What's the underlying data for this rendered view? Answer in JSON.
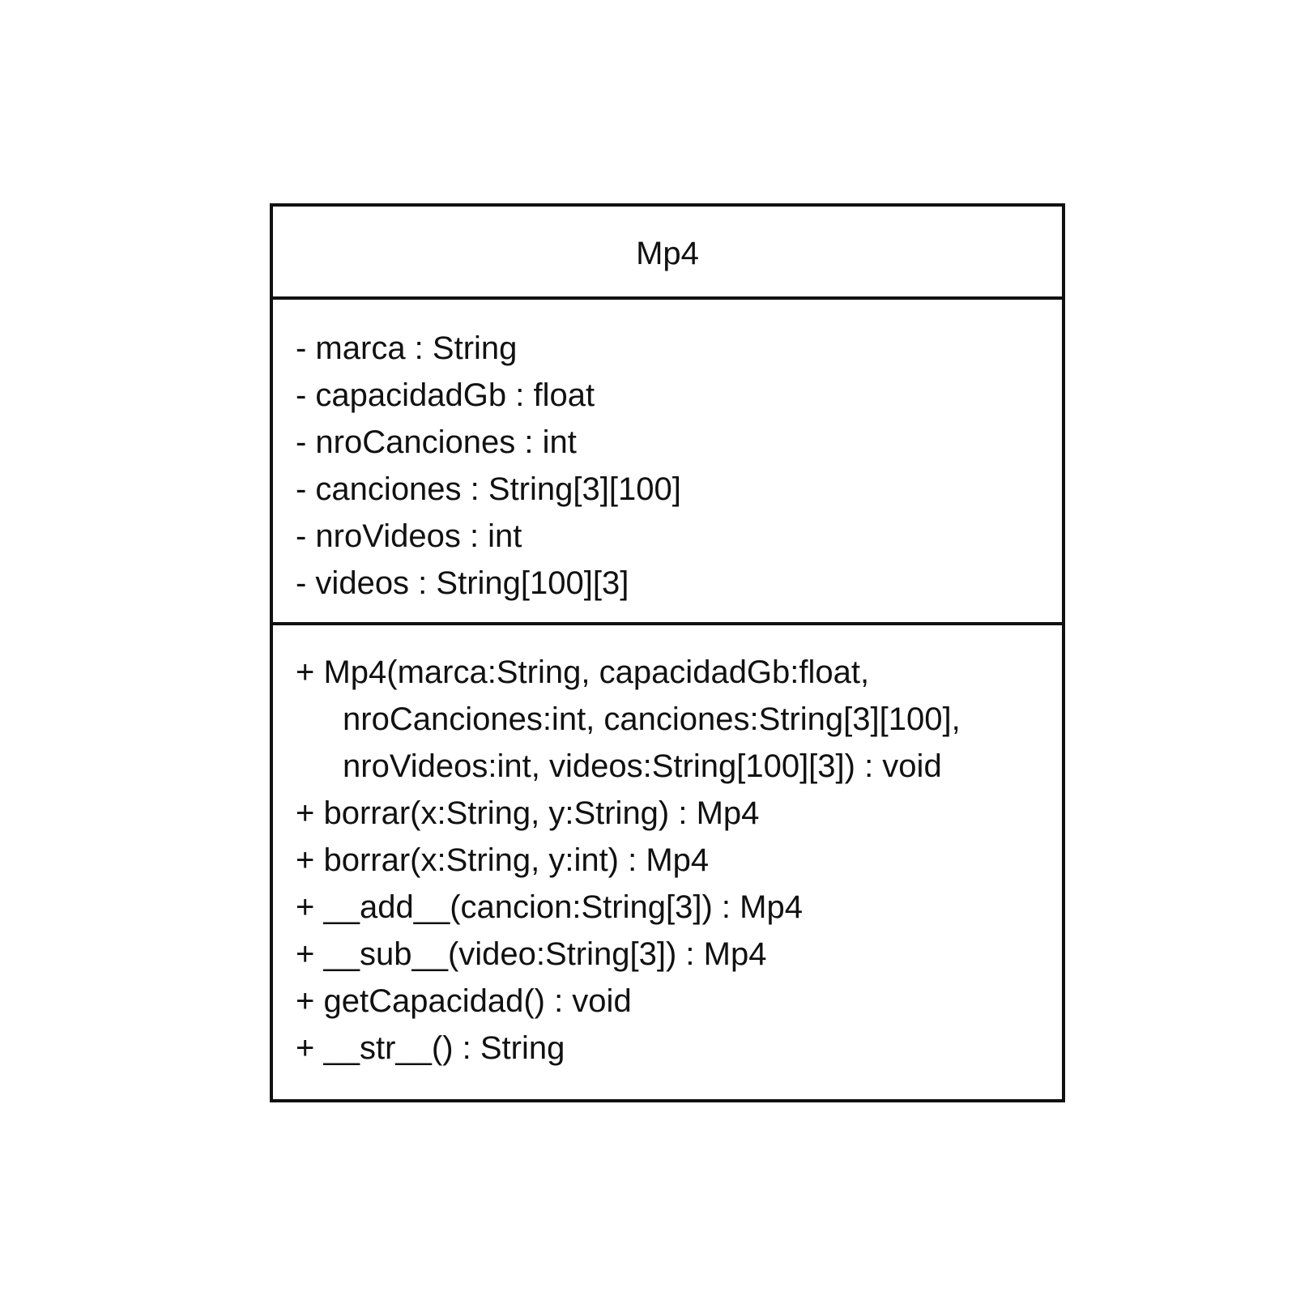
{
  "uml_class": {
    "name": "Mp4",
    "attributes": [
      "- marca : String",
      "- capacidadGb : float",
      "- nroCanciones : int",
      "- canciones : String[3][100]",
      "- nroVideos : int",
      "- videos : String[100][3]"
    ],
    "methods": {
      "constructor": [
        "+ Mp4(marca:String, capacidadGb:float,",
        "nroCanciones:int, canciones:String[3][100],",
        "nroVideos:int, videos:String[100][3]) : void"
      ],
      "borrar_string": "+ borrar(x:String, y:String) : Mp4",
      "borrar_int": "+ borrar(x:String, y:int) : Mp4",
      "add": "+ __add__(cancion:String[3]) : Mp4",
      "sub": "+ __sub__(video:String[3]) : Mp4",
      "get_capacidad": "+ getCapacidad() : void",
      "str": "+ __str__() : String"
    }
  }
}
